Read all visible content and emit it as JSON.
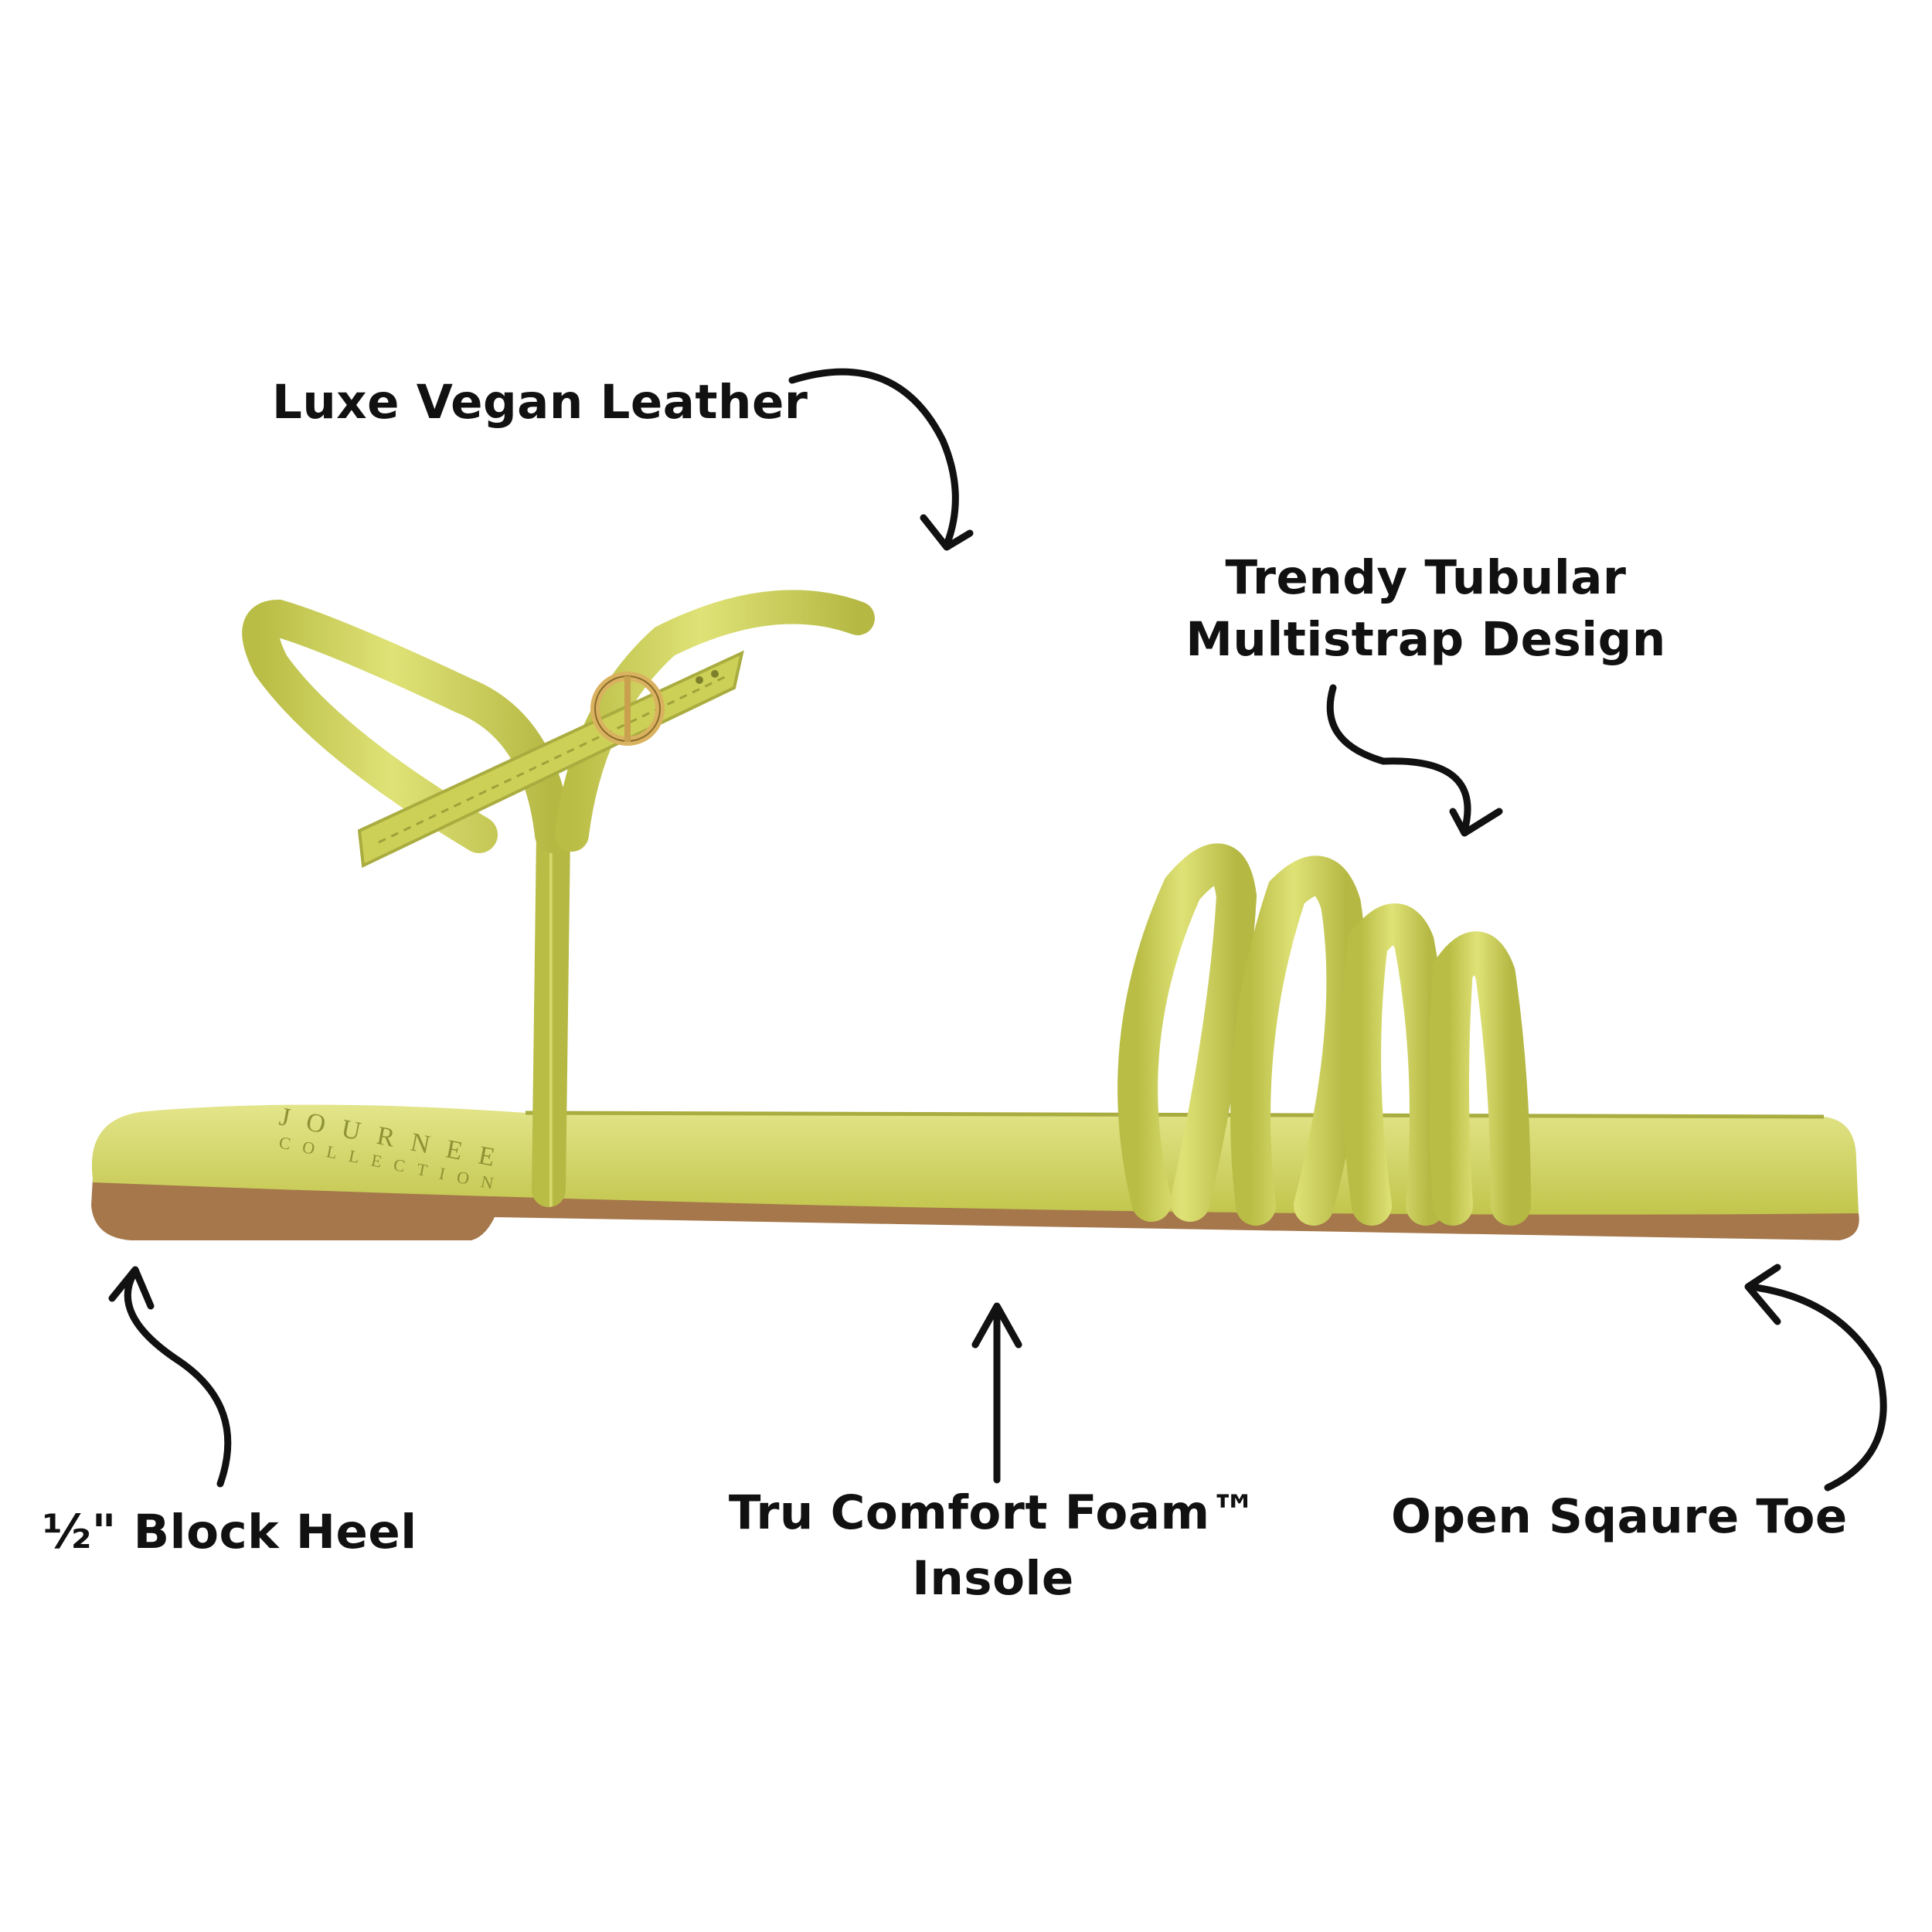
{
  "callouts": {
    "leather": "Luxe Vegan Leather",
    "multistrap_line1": "Trendy Tubular",
    "multistrap_line2": "Multistrap Design",
    "heel": "½\" Block Heel",
    "insole_line1": "Tru Comfort Foam™",
    "insole_line2": "Insole",
    "toe": "Open Sqaure Toe"
  },
  "logo": {
    "line1": "JOURNEE",
    "line2": "COLLECTION"
  },
  "colors": {
    "sandal": "#cfd35a",
    "sandal_shadow": "#a9ac3f",
    "sole": "#a5774b",
    "buckle": "#d9b25f",
    "text": "#111111"
  },
  "icons": [
    "curved-arrow-icon",
    "straight-arrow-icon",
    "buckle-icon"
  ]
}
